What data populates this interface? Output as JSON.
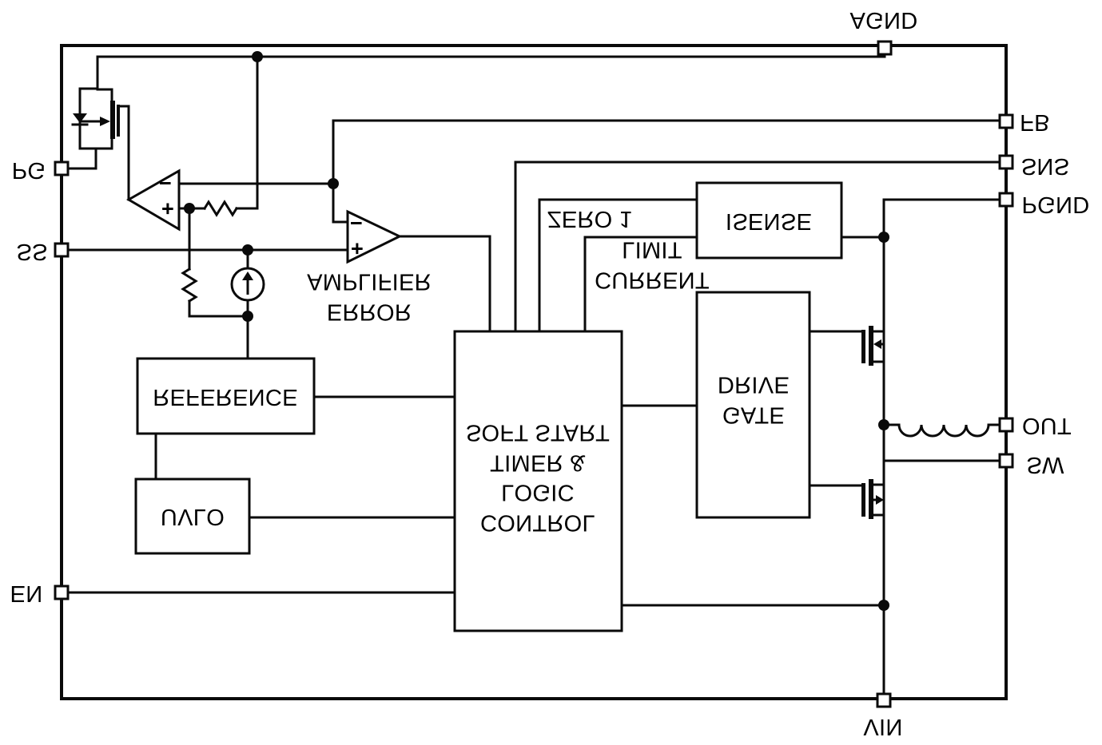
{
  "colors": {
    "line": "#0a0a0a",
    "background": "#ffffff",
    "text": "#000000"
  },
  "pins": {
    "agnd": {
      "label": "AGND"
    },
    "fb": {
      "label": "FB"
    },
    "sns": {
      "label": "SNS"
    },
    "pgnd": {
      "label": "PGND"
    },
    "out": {
      "label": "OUT"
    },
    "sw": {
      "label": "SW"
    },
    "vin": {
      "label": "VIN"
    },
    "pg": {
      "label": "PG"
    },
    "ss": {
      "label": "SS"
    },
    "en": {
      "label": "EN"
    }
  },
  "blocks": {
    "reference": {
      "label": "REFERENCE"
    },
    "uvlo": {
      "label": "UVLO"
    },
    "control": {
      "label": "CONTROL\nLOGIC\nTIMER &\nSOFT START"
    },
    "gate_drive": {
      "label": "GATE\nDRIVE"
    },
    "isense": {
      "label": "ISENSE"
    },
    "error_amp": {
      "label": "ERROR\nAMPLIFIER"
    }
  },
  "signals": {
    "zero_i": {
      "label": "ZERO 1"
    },
    "current_limit": {
      "label": "CURRENT\nLIMIT"
    }
  },
  "amp_signs": {
    "plus": "+",
    "minus": "−"
  }
}
